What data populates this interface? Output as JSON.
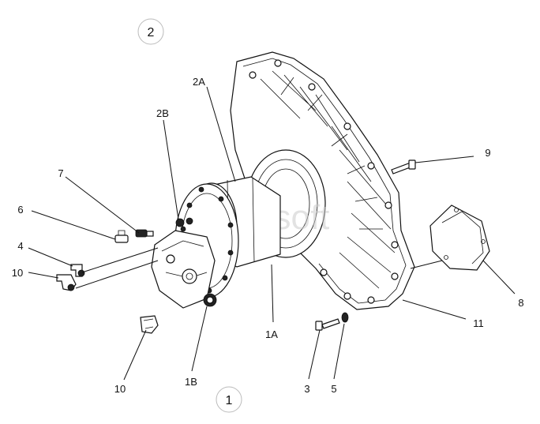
{
  "callouts": {
    "view_2": "2",
    "view_1": "1",
    "part_2A": "2A",
    "part_2B": "2B",
    "part_1A": "1A",
    "part_1B": "1B",
    "part_3": "3",
    "part_4": "4",
    "part_5": "5",
    "part_6": "6",
    "part_7": "7",
    "part_8": "8",
    "part_9": "9",
    "part_10_upper": "10",
    "part_10_lower": "10",
    "part_11": "11"
  },
  "watermark": "bcsoft"
}
